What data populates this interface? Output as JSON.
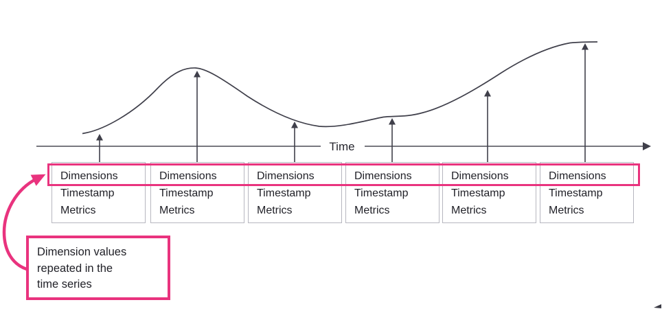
{
  "axis": {
    "label": "Time"
  },
  "records": [
    {
      "fields": [
        "Dimensions",
        "Timestamp",
        "Metrics"
      ]
    },
    {
      "fields": [
        "Dimensions",
        "Timestamp",
        "Metrics"
      ]
    },
    {
      "fields": [
        "Dimensions",
        "Timestamp",
        "Metrics"
      ]
    },
    {
      "fields": [
        "Dimensions",
        "Timestamp",
        "Metrics"
      ]
    },
    {
      "fields": [
        "Dimensions",
        "Timestamp",
        "Metrics"
      ]
    },
    {
      "fields": [
        "Dimensions",
        "Timestamp",
        "Metrics"
      ]
    }
  ],
  "callout": {
    "lines": [
      "Dimension values",
      "repeated in the",
      "time series"
    ]
  },
  "colors": {
    "accent_pink": "#e9337e",
    "line_dark": "#3f3f4a",
    "box_border": "#b6b6bf",
    "text": "#1f1f26"
  }
}
